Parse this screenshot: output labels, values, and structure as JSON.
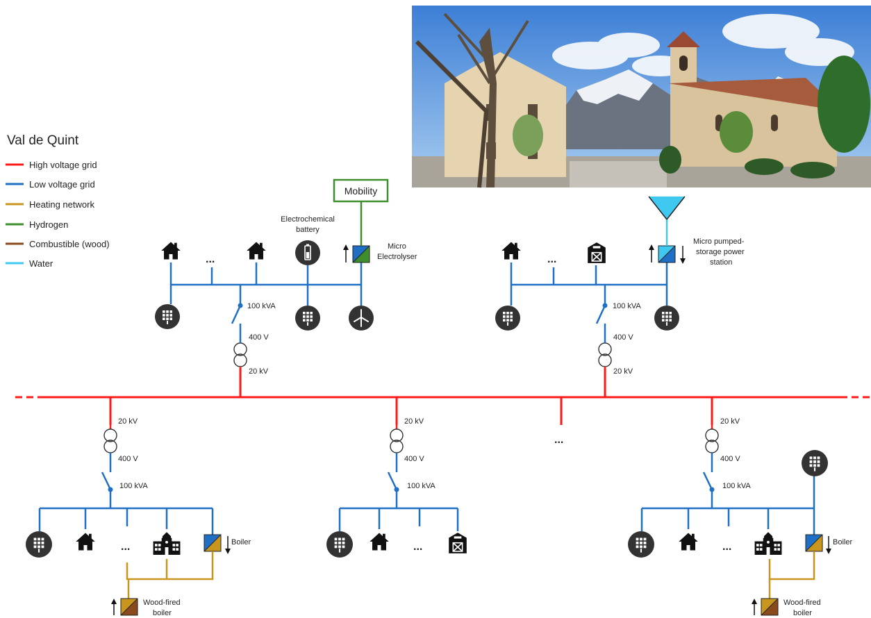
{
  "legend": {
    "title": "Val de Quint",
    "items": [
      {
        "label": "High voltage grid",
        "color": "#ff1a1a"
      },
      {
        "label": "Low voltage grid",
        "color": "#1f6fc5"
      },
      {
        "label": "Heating network",
        "color": "#c8961e"
      },
      {
        "label": "Hydrogen",
        "color": "#3e8e2e"
      },
      {
        "label": "Combustible (wood)",
        "color": "#8b4a1e"
      },
      {
        "label": "Water",
        "color": "#3fc8f0"
      }
    ]
  },
  "labels": {
    "mobility": "Mobility",
    "battery_line1": "Electrochemical",
    "battery_line2": "battery",
    "electrolyser_line1": "Micro",
    "electrolyser_line2": "Electrolyser",
    "pumped_line1": "Micro pumped-",
    "pumped_line2": "storage power",
    "pumped_line3": "station",
    "boiler": "Boiler",
    "wood_line1": "Wood-fired",
    "wood_line2": "boiler",
    "kva": "100 kVA",
    "lv": "400 V",
    "hv": "20 kV",
    "ellipsis": "..."
  },
  "colors": {
    "hv": "#ff1a1a",
    "lv": "#1f6fc5",
    "heat": "#c8961e",
    "h2": "#3e8e2e",
    "wood": "#8b4a1e",
    "water": "#3fc8f0",
    "icon_dark": "#333333"
  },
  "photo": {
    "icons": [
      "tree-icon",
      "building-icon",
      "mountain-icon",
      "church-icon"
    ]
  }
}
